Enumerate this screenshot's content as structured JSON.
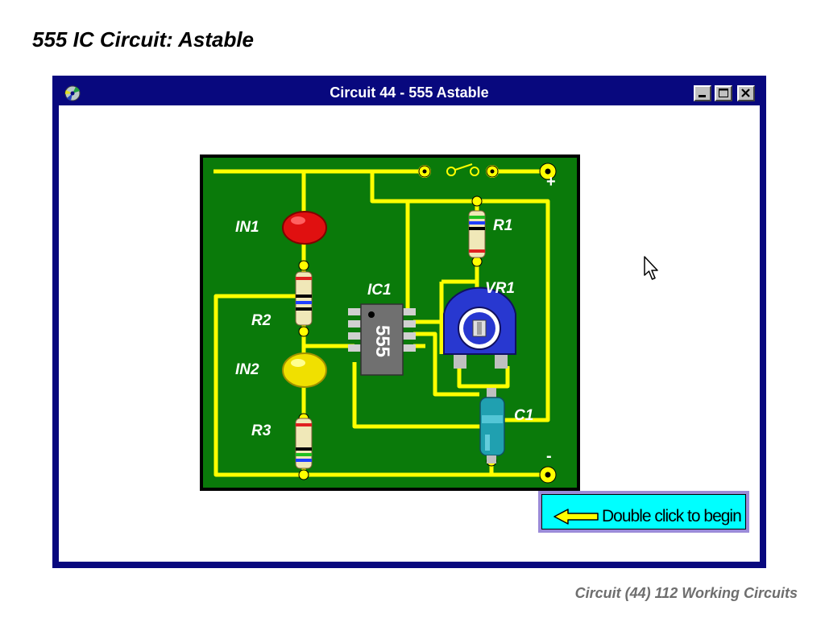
{
  "slide": {
    "title": "555 IC Circuit:  Astable",
    "footer": "Circuit (44) 112 Working Circuits"
  },
  "window": {
    "title": "Circuit 44 - 555 Astable",
    "icon": "cd-disc-icon",
    "controls": [
      "minimize-icon",
      "maximize-icon",
      "close-icon"
    ]
  },
  "circuit": {
    "board_color": "#0a7a0a",
    "track_color": "#ffff00",
    "labels": {
      "in1": "IN1",
      "in2": "IN2",
      "r1": "R1",
      "r2": "R2",
      "r3": "R3",
      "vr1": "VR1",
      "ic1": "IC1",
      "c1": "C1",
      "chip_marking": "555",
      "plus": "+",
      "minus": "-"
    }
  },
  "begin_prompt": {
    "text": "Double click to begin",
    "icon": "arrow-left-icon"
  }
}
